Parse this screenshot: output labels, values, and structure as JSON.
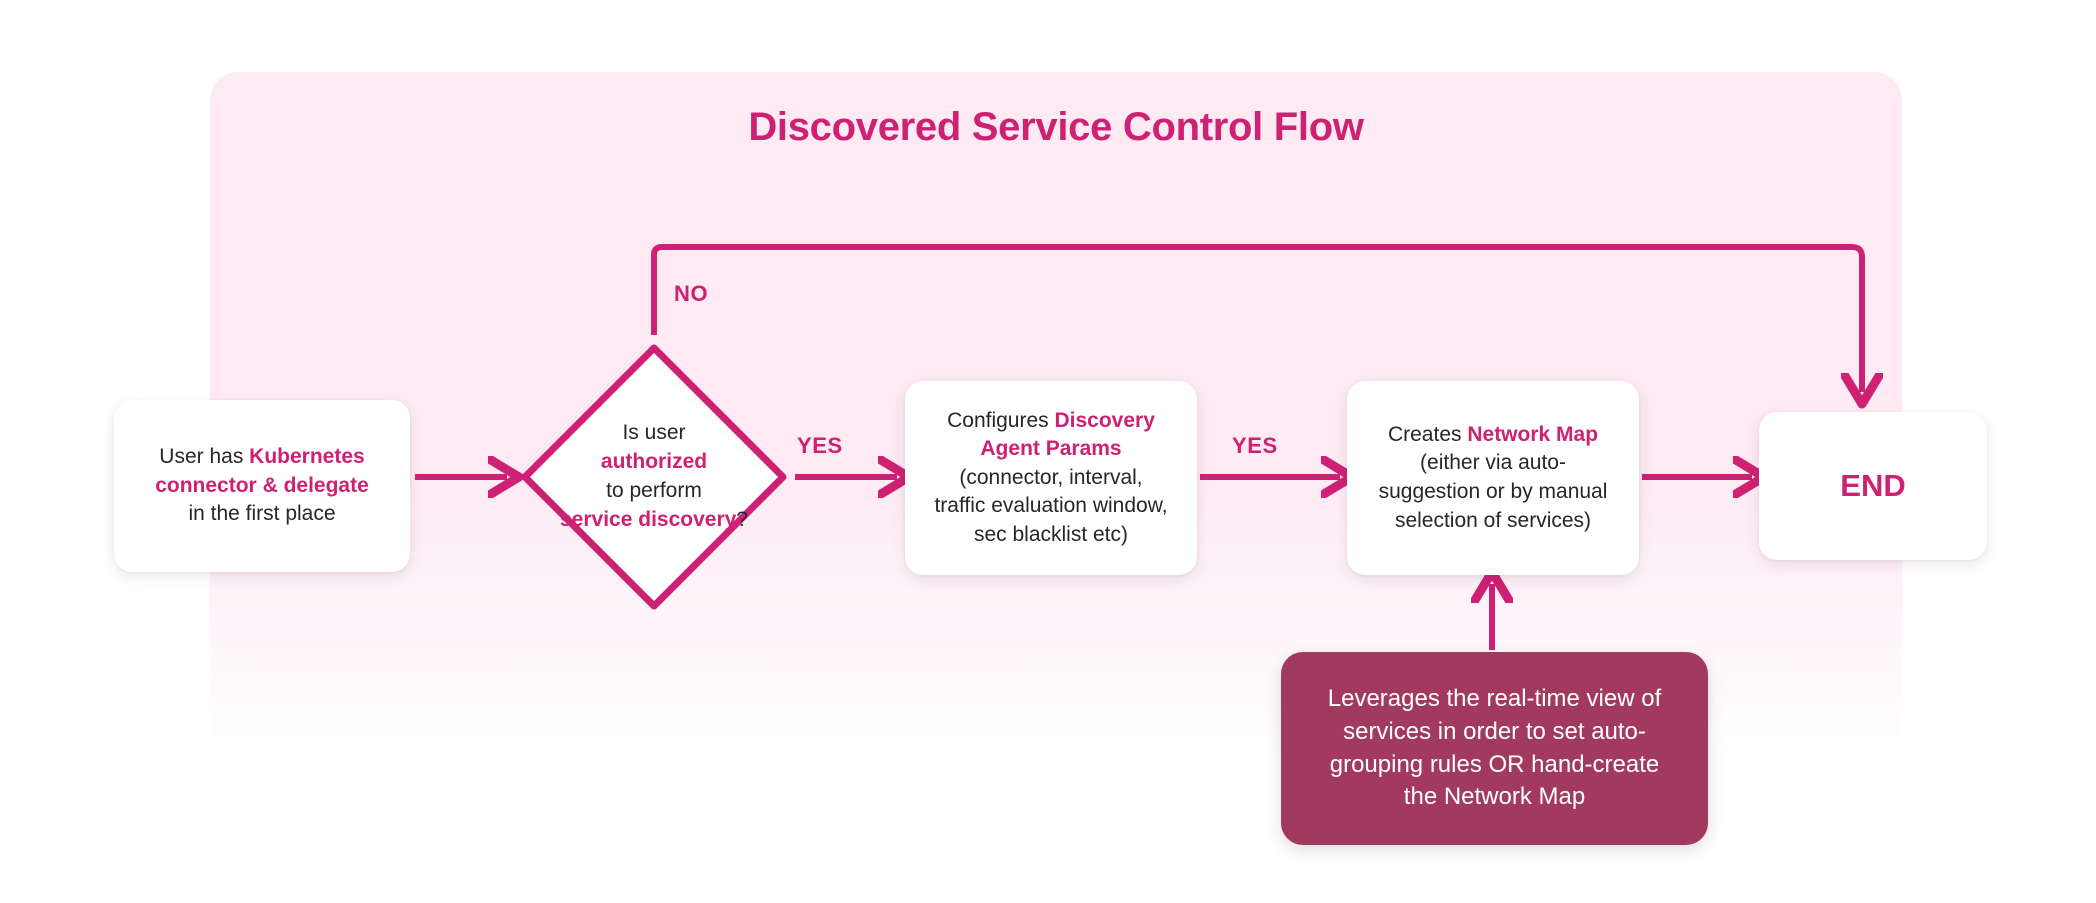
{
  "theme": {
    "panel_background": "#fdeaf3",
    "accent": "#cf2173",
    "note_background": "#a23a60",
    "node_background": "#ffffff",
    "body_text": "#26262b",
    "page_background": "#ffffff"
  },
  "diagram": {
    "title": "Discovered Service Control Flow",
    "type": "flowchart",
    "nodes": [
      {
        "id": "start",
        "shape": "rounded-rect",
        "lines": [
          {
            "segments": [
              {
                "text": "User has ",
                "emphasis": false
              },
              {
                "text": "Kubernetes",
                "emphasis": true
              }
            ]
          },
          {
            "segments": [
              {
                "text": "connector & delegate",
                "emphasis": true
              }
            ]
          },
          {
            "segments": [
              {
                "text": "in the first place",
                "emphasis": false
              }
            ]
          }
        ],
        "plain_text": "User has Kubernetes connector & delegate in the first place"
      },
      {
        "id": "decision",
        "shape": "diamond",
        "lines": [
          {
            "segments": [
              {
                "text": "Is user",
                "emphasis": false
              }
            ]
          },
          {
            "segments": [
              {
                "text": "authorized",
                "emphasis": true
              }
            ]
          },
          {
            "segments": [
              {
                "text": "to perform",
                "emphasis": false
              }
            ]
          },
          {
            "segments": [
              {
                "text": "service discovery",
                "emphasis": true
              },
              {
                "text": "?",
                "emphasis": false
              }
            ]
          }
        ],
        "plain_text": "Is user authorized to perform service discovery?"
      },
      {
        "id": "params",
        "shape": "rounded-rect",
        "lines": [
          {
            "segments": [
              {
                "text": "Configures ",
                "emphasis": false
              },
              {
                "text": "Discovery",
                "emphasis": true
              }
            ]
          },
          {
            "segments": [
              {
                "text": "Agent Params",
                "emphasis": true
              }
            ]
          },
          {
            "segments": [
              {
                "text": "(connector, interval,",
                "emphasis": false
              }
            ]
          },
          {
            "segments": [
              {
                "text": "traffic evaluation window,",
                "emphasis": false
              }
            ]
          },
          {
            "segments": [
              {
                "text": "sec blacklist etc)",
                "emphasis": false
              }
            ]
          }
        ],
        "plain_text": "Configures Discovery Agent Params (connector, interval, traffic evaluation window, sec blacklist etc)"
      },
      {
        "id": "netmap",
        "shape": "rounded-rect",
        "lines": [
          {
            "segments": [
              {
                "text": "Creates ",
                "emphasis": false
              },
              {
                "text": "Network Map",
                "emphasis": true
              }
            ]
          },
          {
            "segments": [
              {
                "text": "(either via auto-",
                "emphasis": false
              }
            ]
          },
          {
            "segments": [
              {
                "text": "suggestion or by manual",
                "emphasis": false
              }
            ]
          },
          {
            "segments": [
              {
                "text": "selection of services)",
                "emphasis": false
              }
            ]
          }
        ],
        "plain_text": "Creates Network Map (either via auto-suggestion or by manual selection of services)"
      },
      {
        "id": "end",
        "shape": "rounded-rect",
        "label": "END",
        "plain_text": "END"
      },
      {
        "id": "note",
        "shape": "rounded-rect-filled",
        "lines": [
          {
            "segments": [
              {
                "text": "Leverages the real-time view of",
                "emphasis": false
              }
            ]
          },
          {
            "segments": [
              {
                "text": "services in order to set auto-",
                "emphasis": false
              }
            ]
          },
          {
            "segments": [
              {
                "text": "grouping rules OR hand-create",
                "emphasis": false
              }
            ]
          },
          {
            "segments": [
              {
                "text": "the Network Map",
                "emphasis": false
              }
            ]
          }
        ],
        "plain_text": "Leverages the real-time view of services in order to set auto-grouping rules OR hand-create the Network Map"
      }
    ],
    "edges": [
      {
        "from": "start",
        "to": "decision",
        "label": "",
        "direction": "right"
      },
      {
        "from": "decision",
        "to": "end",
        "label": "NO",
        "direction": "up-right-down"
      },
      {
        "from": "decision",
        "to": "params",
        "label": "YES",
        "direction": "right"
      },
      {
        "from": "params",
        "to": "netmap",
        "label": "YES",
        "direction": "right"
      },
      {
        "from": "netmap",
        "to": "end",
        "label": "",
        "direction": "right"
      },
      {
        "from": "note",
        "to": "netmap",
        "label": "",
        "direction": "up"
      }
    ],
    "edge_labels": {
      "no": "NO",
      "yes_authorized": "YES",
      "yes_params": "YES"
    }
  }
}
